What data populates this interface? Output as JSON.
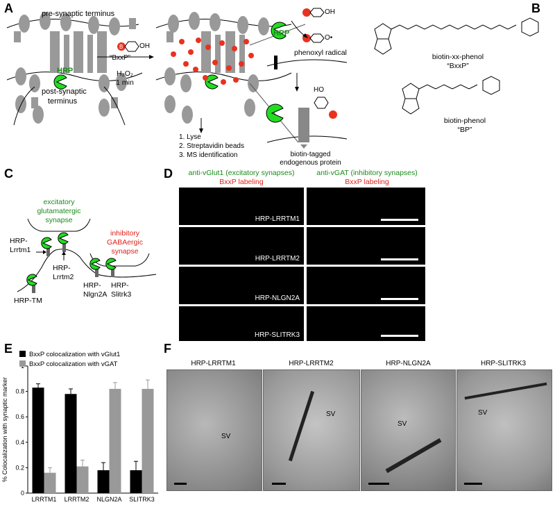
{
  "panels": {
    "A": "A",
    "B": "B",
    "C": "C",
    "D": "D",
    "E": "E",
    "F": "F"
  },
  "panelA": {
    "presynaptic": "pre-synaptic terminus",
    "postsynaptic_1": "post-synaptic",
    "postsynaptic_2": "terminus",
    "hrp": "HRP",
    "hrp2": "HRP",
    "reagent_name": "“BxxP”",
    "h2o2": "H₂O₂",
    "time": "1 min",
    "phenoxyl": "phenoxyl radical",
    "steps": [
      "1. Lyse",
      "2. Streptavidin beads",
      "3. MS identification"
    ],
    "tagged_1": "biotin-tagged",
    "tagged_2": "endogenous protein",
    "ho": "HO",
    "b_label": "B",
    "oh": "OH",
    "o_radical": "O•"
  },
  "panelB": {
    "bxxp_name": "biotin-xx-phenol",
    "bxxp_short": "“BxxP”",
    "bp_name": "biotin-phenol",
    "bp_short": "“BP”"
  },
  "panelC": {
    "exc_1": "excitatory",
    "exc_2": "glutamatergic",
    "exc_3": "synapse",
    "inh_1": "inhibitory",
    "inh_2": "GABAergic",
    "inh_3": "synapse",
    "lrrtm1_1": "HRP-",
    "lrrtm1_2": "Lrrtm1",
    "lrrtm2_1": "HRP-",
    "lrrtm2_2": "Lrrtm2",
    "tm": "HRP-TM",
    "nlgn_1": "HRP-",
    "nlgn_2": "Nlgn2A",
    "slitrk_1": "HRP-",
    "slitrk_2": "Slitrk3"
  },
  "panelD": {
    "col1_title": "anti-vGlut1 (excitatory synapses)",
    "col1_sub": "BxxP labeling",
    "col2_title": "anti-vGAT (inhibitory synapses)",
    "col2_sub": "BxxP labeling",
    "rows": [
      "HRP-LRRTM1",
      "HRP-LRRTM2",
      "HRP-NLGN2A",
      "HRP-SLITRK3"
    ]
  },
  "colors": {
    "green_text": "#1a8a1a",
    "red_text": "#e0201b",
    "hrp_green": "#22dd22",
    "biotin_red": "#e8321f",
    "bar_black": "#000000",
    "bar_gray": "#999999"
  },
  "chart_data": {
    "type": "bar",
    "categories": [
      "LRRTM1",
      "LRRTM2",
      "NLGN2A",
      "SLITRK3"
    ],
    "series": [
      {
        "name": "BxxP colocalization with vGlut1",
        "values": [
          0.83,
          0.78,
          0.18,
          0.18
        ],
        "errors": [
          0.03,
          0.04,
          0.06,
          0.07
        ],
        "color": "#000000"
      },
      {
        "name": "BxxP colocalization with vGAT",
        "values": [
          0.16,
          0.21,
          0.82,
          0.82
        ],
        "errors": [
          0.04,
          0.05,
          0.05,
          0.07
        ],
        "color": "#999999"
      }
    ],
    "ylabel": "% Colocalization with synaptic marker",
    "yticks": [
      "0",
      "0.2",
      "0.4",
      "0.6",
      "0.8",
      "1"
    ],
    "ylim": [
      0,
      1
    ],
    "legend": "top-left"
  },
  "panelF": {
    "titles": [
      "HRP-LRRTM1",
      "HRP-LRRTM2",
      "HRP-NLGN2A",
      "HRP-SLITRK3"
    ],
    "sv": "SV"
  }
}
